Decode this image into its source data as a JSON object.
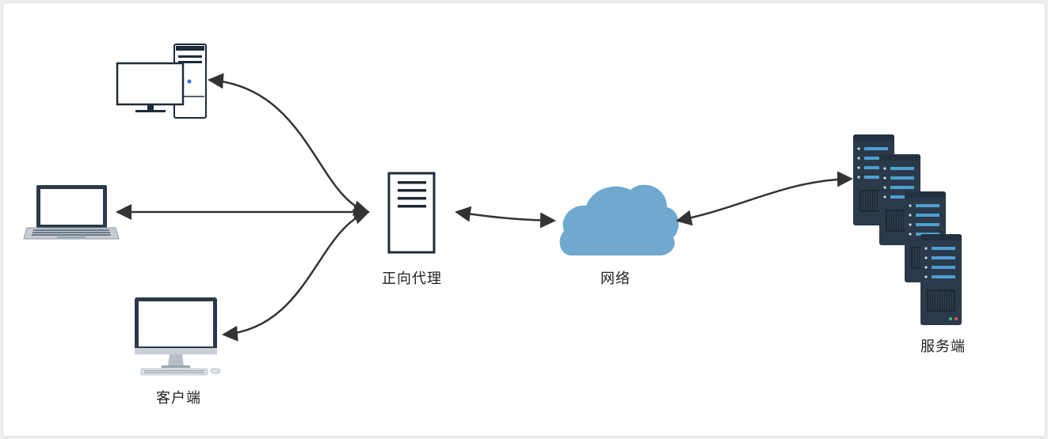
{
  "labels": {
    "client": "客户端",
    "proxy": "正向代理",
    "network": "网络",
    "server": "服务端"
  },
  "icons": {
    "desktop_tower": "desktop-tower-icon",
    "laptop": "laptop-icon",
    "imac": "imac-icon",
    "proxy_server": "proxy-server-icon",
    "cloud": "cloud-icon",
    "server_rack": "server-rack-icon"
  },
  "colors": {
    "background": "#ffffff",
    "stroke": "#1f2b3a",
    "arrow": "#333333",
    "cloud": "#6fa9d0",
    "server_body": "#2b3a4a",
    "server_bar": "#4d9fd0"
  }
}
